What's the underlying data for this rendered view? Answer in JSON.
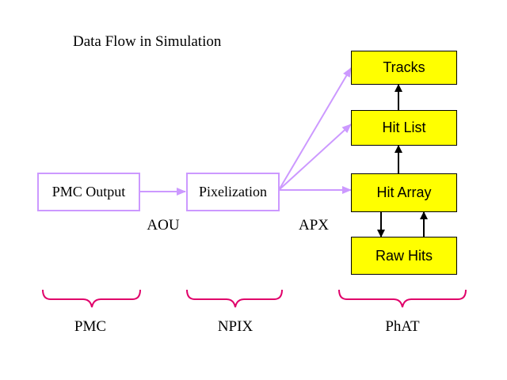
{
  "title": "Data Flow in Simulation",
  "stages": {
    "pmc_output": "PMC Output",
    "pixelization": "Pixelization"
  },
  "phat_boxes": {
    "tracks": "Tracks",
    "hit_list": "Hit List",
    "hit_array": "Hit Array",
    "raw_hits": "Raw Hits"
  },
  "formats": {
    "aou": "AOU",
    "apx": "APX"
  },
  "groups": {
    "pmc": "PMC",
    "npix": "NPIX",
    "phat": "PhAT"
  },
  "colors": {
    "flow_arrow": "#cc99ff",
    "box_fill": "#ffff00",
    "brace": "#e0006a",
    "box_outline": "#cc99ff"
  }
}
